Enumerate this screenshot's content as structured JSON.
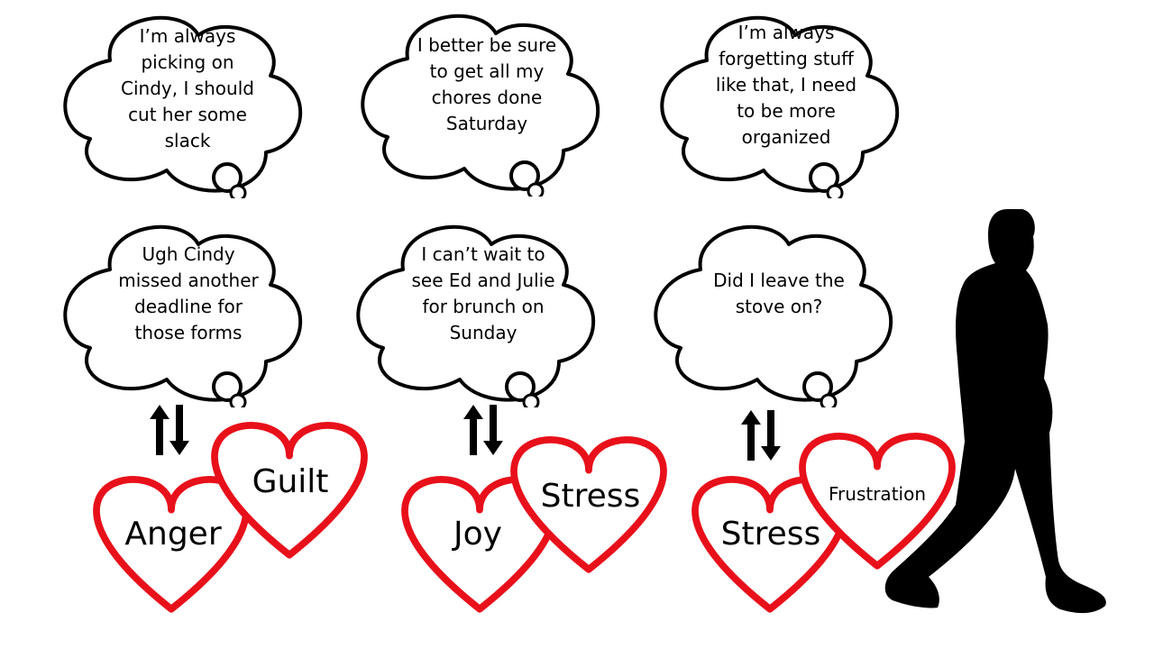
{
  "columns": [
    {
      "top_thought": "I’m always\npicking on\nCindy, I should\ncut her some\nslack",
      "bottom_thought": "Ugh Cindy\nmissed another\ndeadline for\nthose forms",
      "emotions": [
        "Anger",
        "Guilt"
      ]
    },
    {
      "top_thought": "I better be sure\nto get all my\nchores done\nSaturday",
      "bottom_thought": "I can’t wait to\nsee Ed and Julie\nfor brunch on\nSunday",
      "emotions": [
        "Joy",
        "Stress"
      ]
    },
    {
      "top_thought": "I’m always\nforgetting stuff\nlike that, I need\nto be more\norganized",
      "bottom_thought": "Did I leave the\nstove on?",
      "emotions": [
        "Stress",
        "Frustration"
      ]
    }
  ],
  "colors": {
    "heart_stroke": "#e8101a",
    "outline": "#000000",
    "silhouette": "#000000"
  },
  "icons": {
    "thought_bubble": "cloud-thought-bubble-icon",
    "arrows": "up-down-arrows-icon",
    "heart": "heart-outline-icon",
    "person": "walking-person-silhouette-icon"
  }
}
